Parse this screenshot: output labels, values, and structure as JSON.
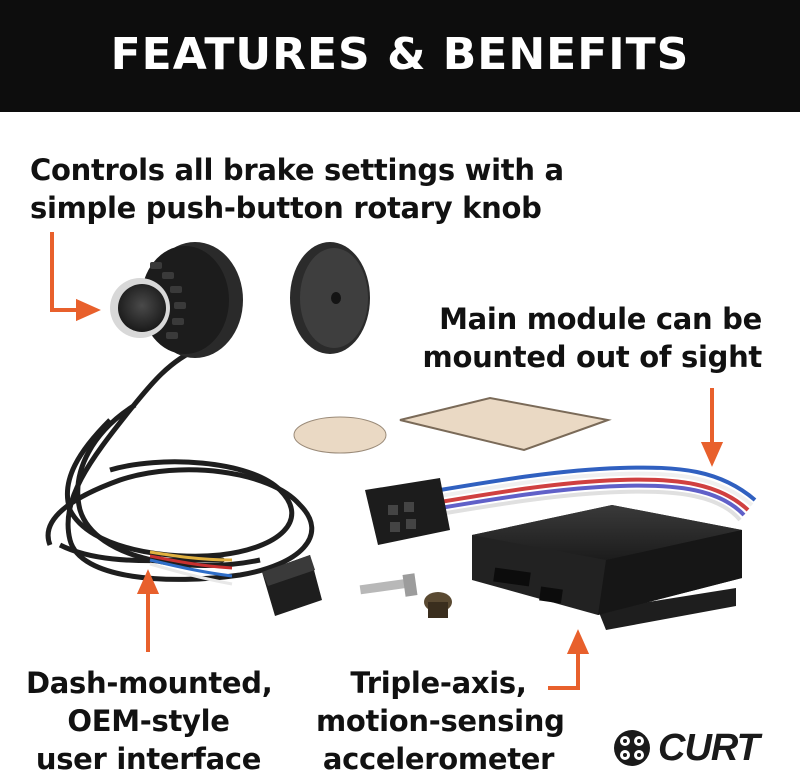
{
  "header": {
    "title": "FEATURES & BENEFITS"
  },
  "callouts": {
    "knob": [
      "Controls all brake settings with a",
      "simple push-button rotary knob"
    ],
    "module": [
      "Main module can be",
      "mounted out of sight"
    ],
    "dash": [
      "Dash-mounted,",
      "OEM-style",
      "user interface"
    ],
    "accel": [
      "Triple-axis,",
      "motion-sensing",
      "accelerometer"
    ]
  },
  "brand": {
    "name": "CURT"
  },
  "colors": {
    "accent": "#e8602c",
    "header_bg": "#0d0d0d"
  },
  "icons": [
    "arrow-icon",
    "curt-logo-icon"
  ]
}
